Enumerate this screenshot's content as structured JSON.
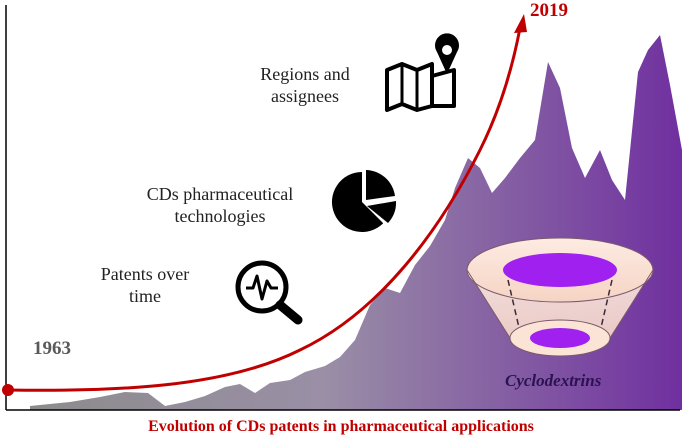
{
  "caption": "Evolution of CDs patents in pharmaceutical applications",
  "start_year": "1963",
  "end_year": "2019",
  "stages": [
    {
      "line1": "Patents over",
      "line2": "time",
      "icon": "magnifier-signal-icon"
    },
    {
      "line1": "CDs pharmaceutical",
      "line2": "technologies",
      "icon": "pie-chart-icon"
    },
    {
      "line1": "Regions and",
      "line2": "assignees",
      "icon": "map-pin-icon"
    }
  ],
  "molecule_label": "Cyclodextrins",
  "colors": {
    "trend_line": "#c00000",
    "area_start": "#8c8c8c",
    "area_end": "#7030a0",
    "torus_fill": "#fbe3d6",
    "torus_hole": "#a020f0"
  }
}
